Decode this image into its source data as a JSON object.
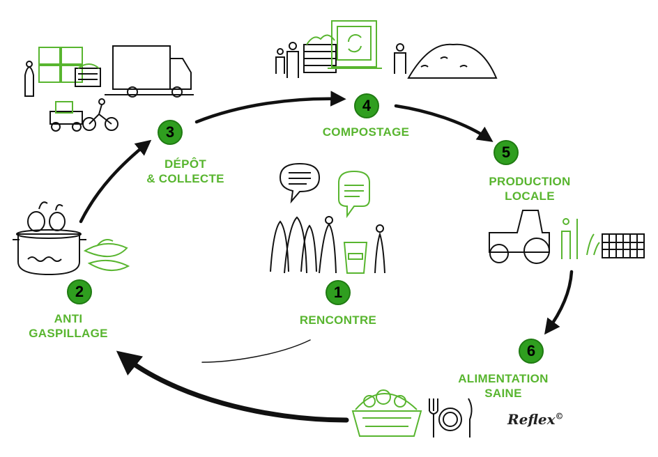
{
  "steps": [
    {
      "number": "1",
      "label_lines": [
        "RENCONTRE"
      ]
    },
    {
      "number": "2",
      "label_lines": [
        "ANTI",
        "GASPILLAGE"
      ]
    },
    {
      "number": "3",
      "label_lines": [
        "DÉPÔT",
        "& COLLECTE"
      ]
    },
    {
      "number": "4",
      "label_lines": [
        "COMPOSTAGE"
      ]
    },
    {
      "number": "5",
      "label_lines": [
        "PRODUCTION",
        "LOCALE"
      ]
    },
    {
      "number": "6",
      "label_lines": [
        "ALIMENTATION",
        "SAINE"
      ]
    }
  ],
  "logo": {
    "text": "Reflex",
    "mark": "©"
  },
  "illustrations": {
    "rencontre": "people-speech-bubbles-icon",
    "anti_gaspillage": "cooking-pot-vegetables-icon",
    "depot_collecte": "truck-bike-crates-icon",
    "compostage": "compost-bins-icon",
    "production_locale": "tractor-garden-icon",
    "alimentation_saine": "food-basket-cutlery-icon"
  },
  "colors": {
    "accent": "#58b52f",
    "badge": "#2f9e1f",
    "ink": "#111111"
  }
}
